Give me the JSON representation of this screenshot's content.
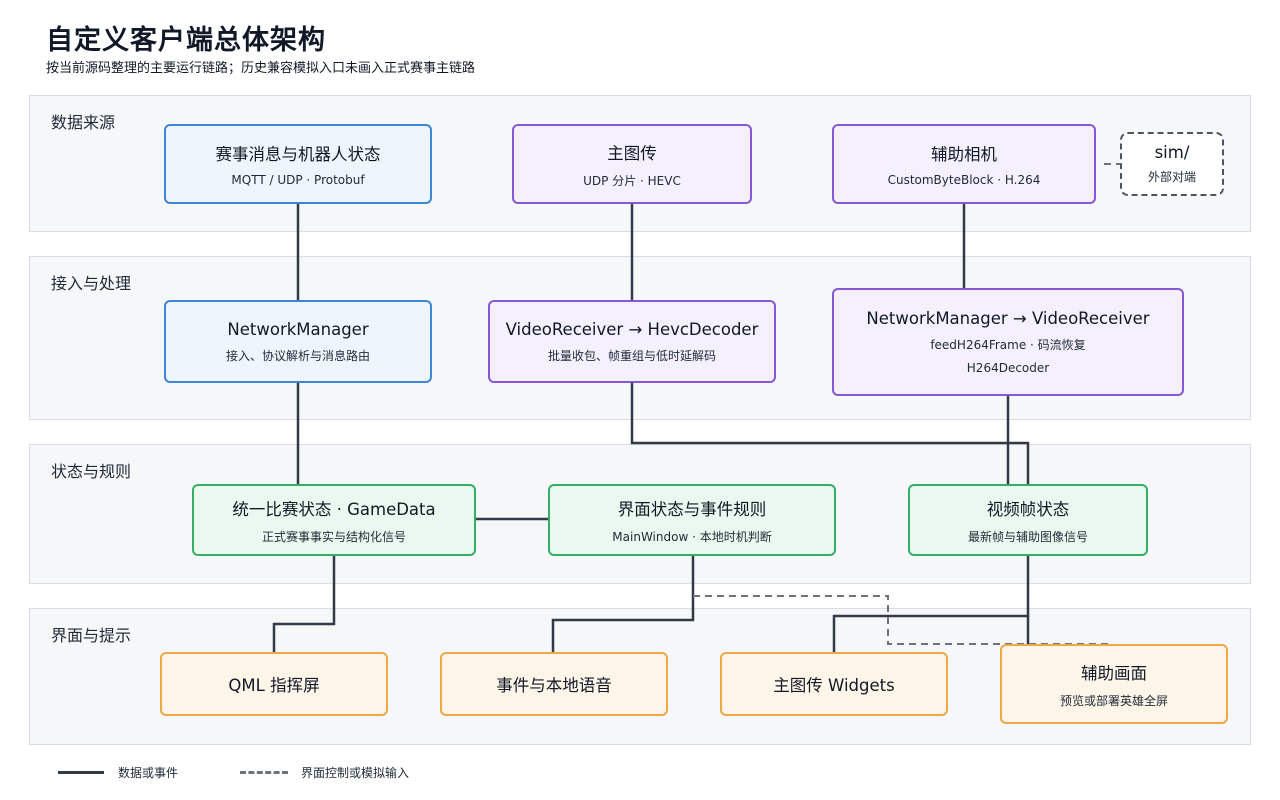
{
  "header": {
    "title": "自定义客户端总体架构",
    "subtitle": "按当前源码整理的主要运行链路；历史兼容模拟入口未画入正式赛事主链路"
  },
  "bands": {
    "source": "数据来源",
    "ingest": "接入与处理",
    "state": "状态与规则",
    "ui": "界面与提示"
  },
  "nodes": {
    "match_msg": {
      "title": "赛事消息与机器人状态",
      "sub": "MQTT / UDP · Protobuf"
    },
    "main_video": {
      "title": "主图传",
      "sub": "UDP 分片 · HEVC"
    },
    "aux_camera": {
      "title": "辅助相机",
      "sub": "CustomByteBlock · H.264"
    },
    "sim": {
      "title": "sim/",
      "sub": "外部对端"
    },
    "net_mgr": {
      "title": "NetworkManager",
      "sub": "接入、协议解析与消息路由"
    },
    "video_recv": {
      "title": "VideoReceiver → HevcDecoder",
      "sub": "批量收包、帧重组与低时延解码"
    },
    "aux_pipeline": {
      "title": "NetworkManager → VideoReceiver",
      "sub": "feedH264Frame · 码流恢复",
      "sub2": "H264Decoder"
    },
    "game_data": {
      "title": "统一比赛状态 · GameData",
      "sub": "正式赛事事实与结构化信号"
    },
    "ui_state": {
      "title": "界面状态与事件规则",
      "sub": "MainWindow · 本地时机判断"
    },
    "frame_state": {
      "title": "视频帧状态",
      "sub": "最新帧与辅助图像信号"
    },
    "qml": {
      "title": "QML 指挥屏"
    },
    "voice": {
      "title": "事件与本地语音"
    },
    "widgets": {
      "title": "主图传 Widgets"
    },
    "aux_view": {
      "title": "辅助画面",
      "sub": "预览或部署英雄全屏"
    }
  },
  "legend": {
    "solid": "数据或事件",
    "dashed": "界面控制或模拟输入"
  },
  "colors": {
    "source_border": "#3d86d6",
    "video_border": "#8657d6",
    "state_border": "#33b064",
    "ui_border": "#eda944",
    "wire": "#323a48",
    "dashed_wire": "#6b7280"
  }
}
